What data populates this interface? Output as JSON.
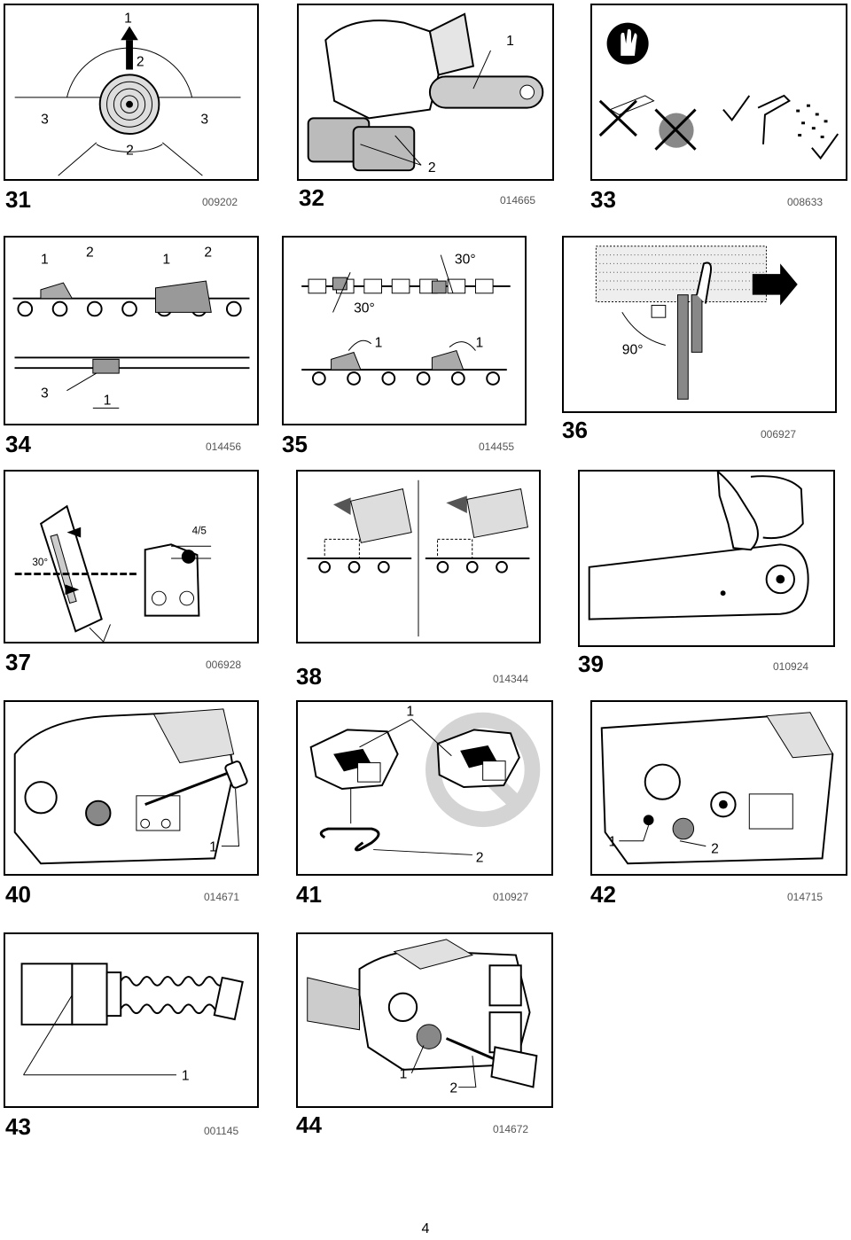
{
  "figures": [
    {
      "number": "31",
      "code": "009202",
      "callouts": [
        "1",
        "2",
        "3",
        "3",
        "2"
      ]
    },
    {
      "number": "32",
      "code": "014665",
      "callouts": [
        "1",
        "2"
      ]
    },
    {
      "number": "33",
      "code": "008633",
      "callouts": []
    },
    {
      "number": "34",
      "code": "014456",
      "callouts": [
        "1",
        "2",
        "1",
        "2",
        "3",
        "1"
      ]
    },
    {
      "number": "35",
      "code": "014455",
      "callouts": [
        "30°",
        "30°",
        "1",
        "1"
      ]
    },
    {
      "number": "36",
      "code": "006927",
      "callouts": [
        "90°"
      ]
    },
    {
      "number": "37",
      "code": "006928",
      "callouts": [
        "4/5",
        "30°"
      ]
    },
    {
      "number": "38",
      "code": "014344",
      "callouts": []
    },
    {
      "number": "39",
      "code": "010924",
      "callouts": []
    },
    {
      "number": "40",
      "code": "014671",
      "callouts": [
        "1"
      ]
    },
    {
      "number": "41",
      "code": "010927",
      "callouts": [
        "1",
        "2"
      ]
    },
    {
      "number": "42",
      "code": "014715",
      "callouts": [
        "1",
        "2"
      ]
    },
    {
      "number": "43",
      "code": "001145",
      "callouts": [
        "1"
      ]
    },
    {
      "number": "44",
      "code": "014672",
      "callouts": [
        "1",
        "2"
      ]
    }
  ],
  "page_number": "4"
}
